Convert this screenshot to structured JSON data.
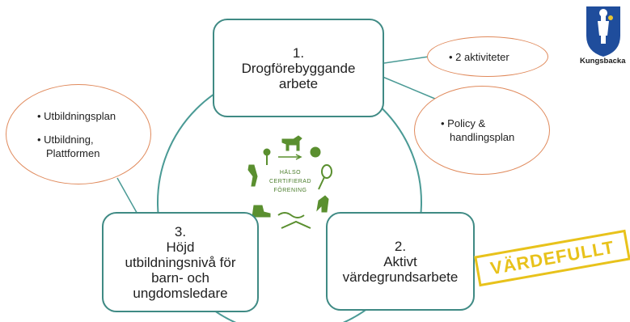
{
  "boxes": {
    "box1": {
      "number": "1.",
      "lines": [
        "Drogförebyggande",
        "arbete"
      ]
    },
    "box2": {
      "number": "2.",
      "lines": [
        "Aktivt",
        "värdegrundsarbete"
      ]
    },
    "box3": {
      "number": "3.",
      "lines": [
        "Höjd",
        "utbildningsnivå för",
        "barn- och",
        "ungdomsledare"
      ]
    }
  },
  "notes": {
    "activities": [
      "2 aktiviteter"
    ],
    "policy": [
      "Policy &",
      "handlingsplan"
    ],
    "education": [
      "Utbildningsplan",
      "Utbildning,",
      "Plattformen"
    ]
  },
  "emblem": {
    "lines": [
      "HÄLSO",
      "CERTIFIERAD",
      "FÖRENING"
    ]
  },
  "stamp": {
    "text": "VÄRDEFULLT"
  },
  "logo": {
    "name": "Kungsbacka"
  },
  "colors": {
    "box_border": "#3f8a84",
    "note_border": "#e08a5c",
    "emblem_green": "#4b7d2b",
    "stamp_yellow": "#e8c21b",
    "logo_blue": "#1f4d9c",
    "logo_yellow": "#e9c532"
  }
}
